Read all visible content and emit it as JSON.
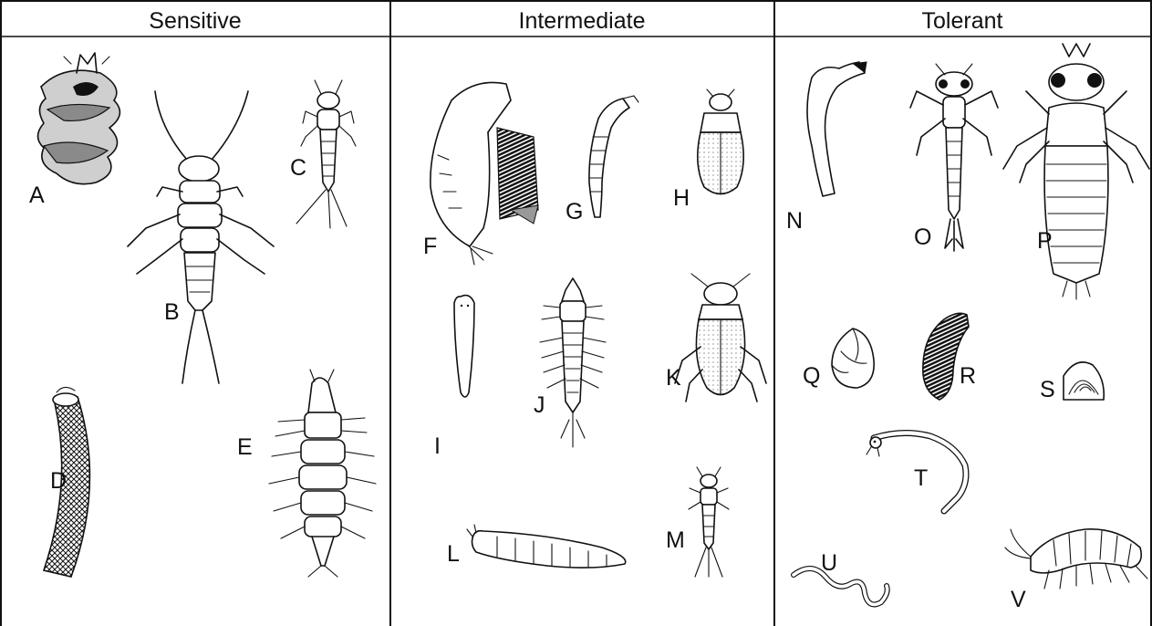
{
  "columns": [
    {
      "header": "Sensitive"
    },
    {
      "header": "Intermediate"
    },
    {
      "header": "Tolerant"
    }
  ],
  "organisms": {
    "A": "A",
    "B": "B",
    "C": "C",
    "D": "D",
    "E": "E",
    "F": "F",
    "G": "G",
    "H": "H",
    "I": "I",
    "J": "J",
    "K": "K",
    "L": "L",
    "M": "M",
    "N": "N",
    "O": "O",
    "P": "P",
    "Q": "Q",
    "R": "R",
    "S": "S",
    "T": "T",
    "U": "U",
    "V": "V"
  }
}
